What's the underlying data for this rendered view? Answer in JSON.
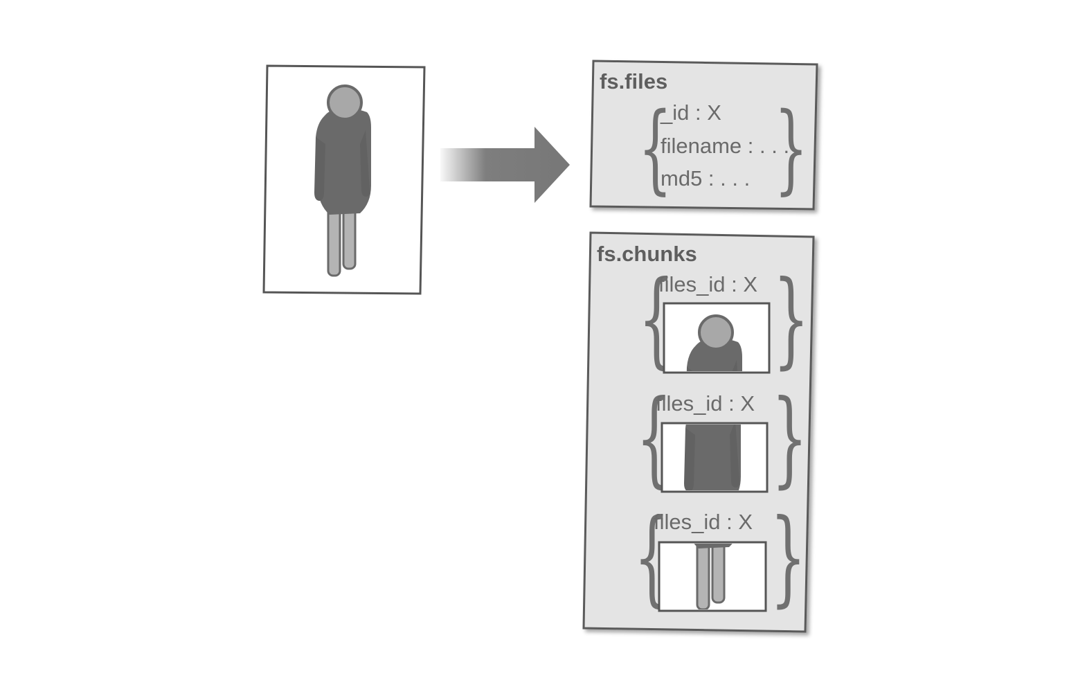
{
  "fs_files": {
    "title": "fs.files",
    "fields": [
      "_id : X",
      "filename : . . .",
      "md5 : . . ."
    ]
  },
  "fs_chunks": {
    "title": "fs.chunks",
    "chunks": [
      {
        "label": "files_id : X",
        "part": "head"
      },
      {
        "label": "files_id : X",
        "part": "body"
      },
      {
        "label": "files_id : X",
        "part": "legs"
      }
    ]
  },
  "icons": [
    "person-icon",
    "arrow-right-icon",
    "person-head-chunk-icon",
    "person-body-chunk-icon",
    "person-legs-chunk-icon"
  ],
  "colors": {
    "box_fill": "#e4e4e4",
    "box_border": "#5a5a5a",
    "figure_body": "#6a6a6a",
    "figure_head": "#a8a8a8",
    "arrow": "#777777",
    "text": "#5e5e5e"
  }
}
